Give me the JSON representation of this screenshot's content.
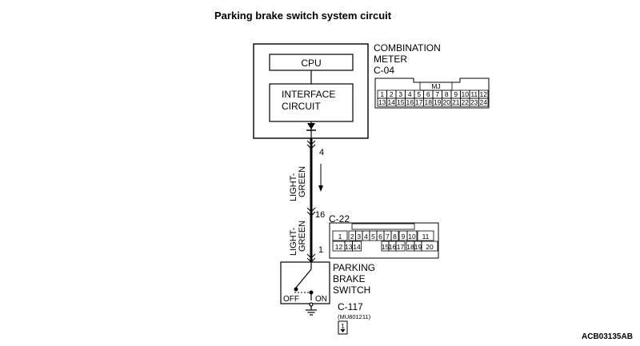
{
  "title": "Parking brake switch  system circuit",
  "footer_code": "ACB03135AB",
  "meter": {
    "cpu_label": "CPU",
    "interface_line1": "INTERFACE",
    "interface_line2": "CIRCUIT",
    "name_line1": "COMBINATION",
    "name_line2": "METER",
    "connector_id": "C-04",
    "connector_tag": "MJ",
    "pins_row1": [
      "1",
      "2",
      "3",
      "4",
      "5",
      "6",
      "7",
      "8",
      "9",
      "10",
      "11",
      "12"
    ],
    "pins_row2": [
      "13",
      "14",
      "15",
      "16",
      "17",
      "18",
      "19",
      "20",
      "21",
      "22",
      "23",
      "24"
    ]
  },
  "wire": {
    "pin_meter": "4",
    "color_upper_l1": "LIGHT-",
    "color_upper_l2": "GREEN",
    "junction_pin": "16",
    "color_lower_l1": "LIGHT-",
    "color_lower_l2": "GREEN",
    "pin_switch": "1"
  },
  "junction_connector": {
    "id": "C-22",
    "pins_row1": [
      "1",
      "2",
      "3",
      "4",
      "5",
      "6",
      "7",
      "8",
      "9",
      "10",
      "11"
    ],
    "pins_row2": [
      "12",
      "13",
      "14",
      "15",
      "16",
      "17",
      "18",
      "19",
      "20"
    ]
  },
  "switch": {
    "name_line1": "PARKING",
    "name_line2": "BRAKE",
    "name_line3": "SWITCH",
    "off_label": "OFF",
    "on_label": "ON",
    "connector_id": "C-117",
    "part_number": "(MU801211)",
    "pin": "1"
  }
}
